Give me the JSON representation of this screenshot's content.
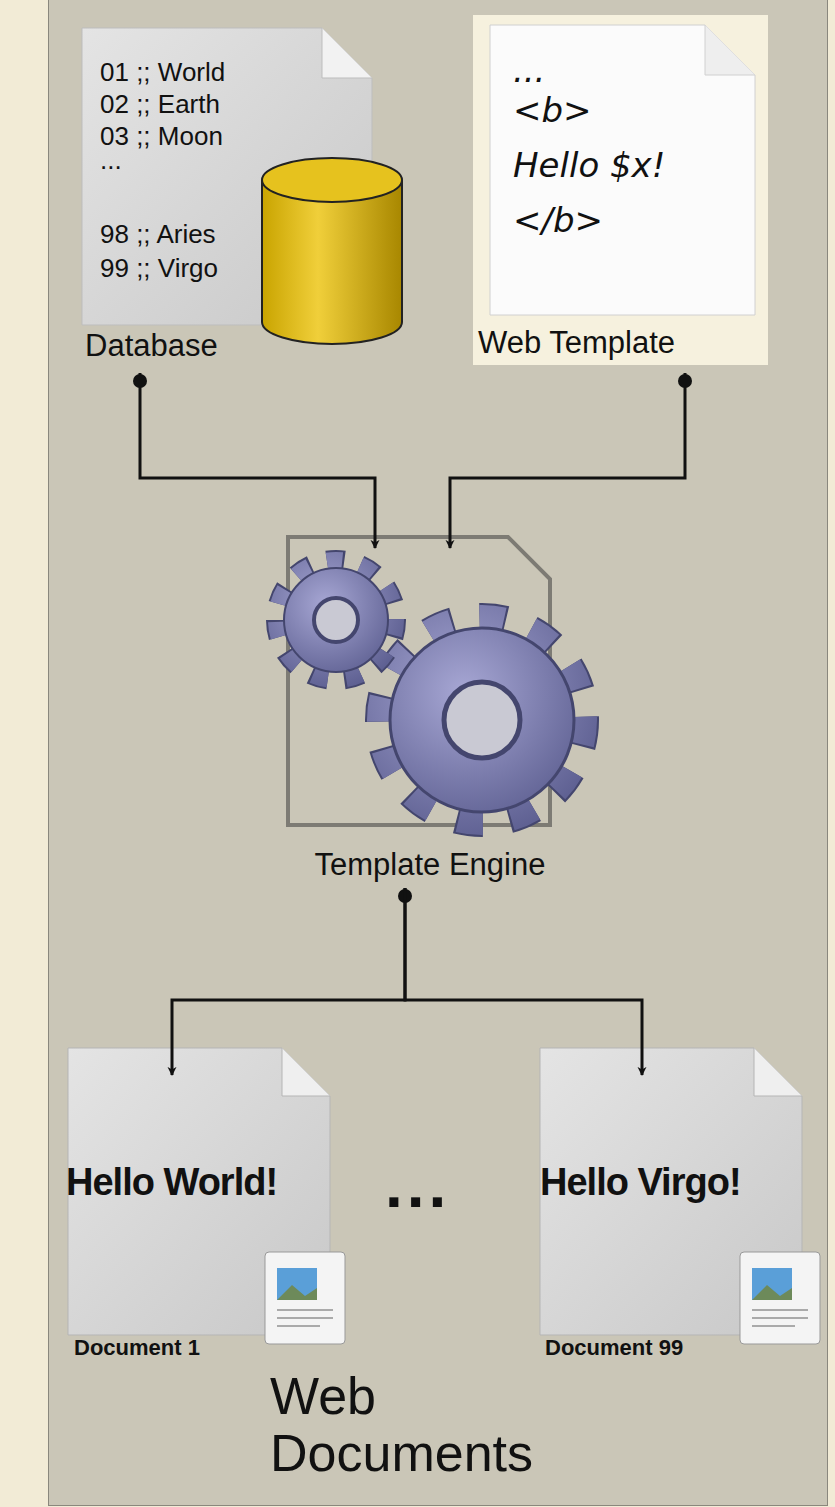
{
  "diagram": {
    "nodes": [
      {
        "text": [
          "01 ;; World",
          "02 ;; Earth",
          "03 ;; Moon",
          "...",
          "98 ;; Aries",
          "99 ;; Virgo",
          "Database"
        ]
      },
      {
        "text": [
          "...",
          "<b>",
          "Hello $x!",
          "</b>",
          "Web Template"
        ]
      },
      {
        "text": [
          "Template Engine"
        ]
      },
      {
        "text": [
          "Hello World!",
          "Document 1"
        ]
      },
      {
        "text": [
          "Hello Virgo!",
          "Document 99"
        ]
      }
    ],
    "edges": [
      {
        "from": 0,
        "to": 2,
        "arrow": "to"
      },
      {
        "from": 1,
        "to": 2,
        "arrow": "to"
      },
      {
        "from": 2,
        "to": 3,
        "arrow": "to"
      },
      {
        "from": 2,
        "to": 4,
        "arrow": "to"
      }
    ],
    "labels": [
      "...",
      "Web Documents"
    ]
  }
}
